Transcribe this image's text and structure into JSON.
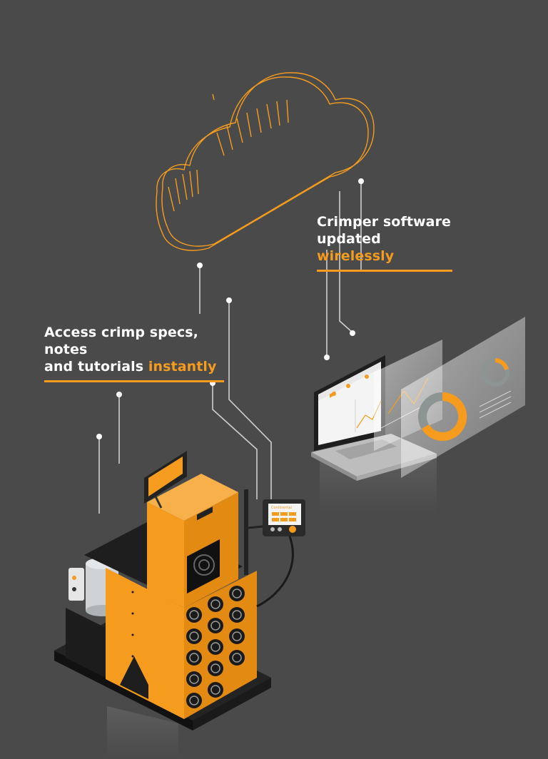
{
  "captions": {
    "software": {
      "line1": "Crimper software",
      "line2_prefix": "updated ",
      "line2_highlight": "wirelessly"
    },
    "specs": {
      "line1": "Access crimp specs, notes",
      "line2_prefix": "and tutorials ",
      "line2_highlight": "instantly"
    }
  },
  "device": {
    "brand_label": "Continental"
  },
  "colors": {
    "background": "#4a4a4a",
    "accent_orange": "#f59c1e",
    "text": "#ffffff",
    "line": "#d0d0d0"
  }
}
